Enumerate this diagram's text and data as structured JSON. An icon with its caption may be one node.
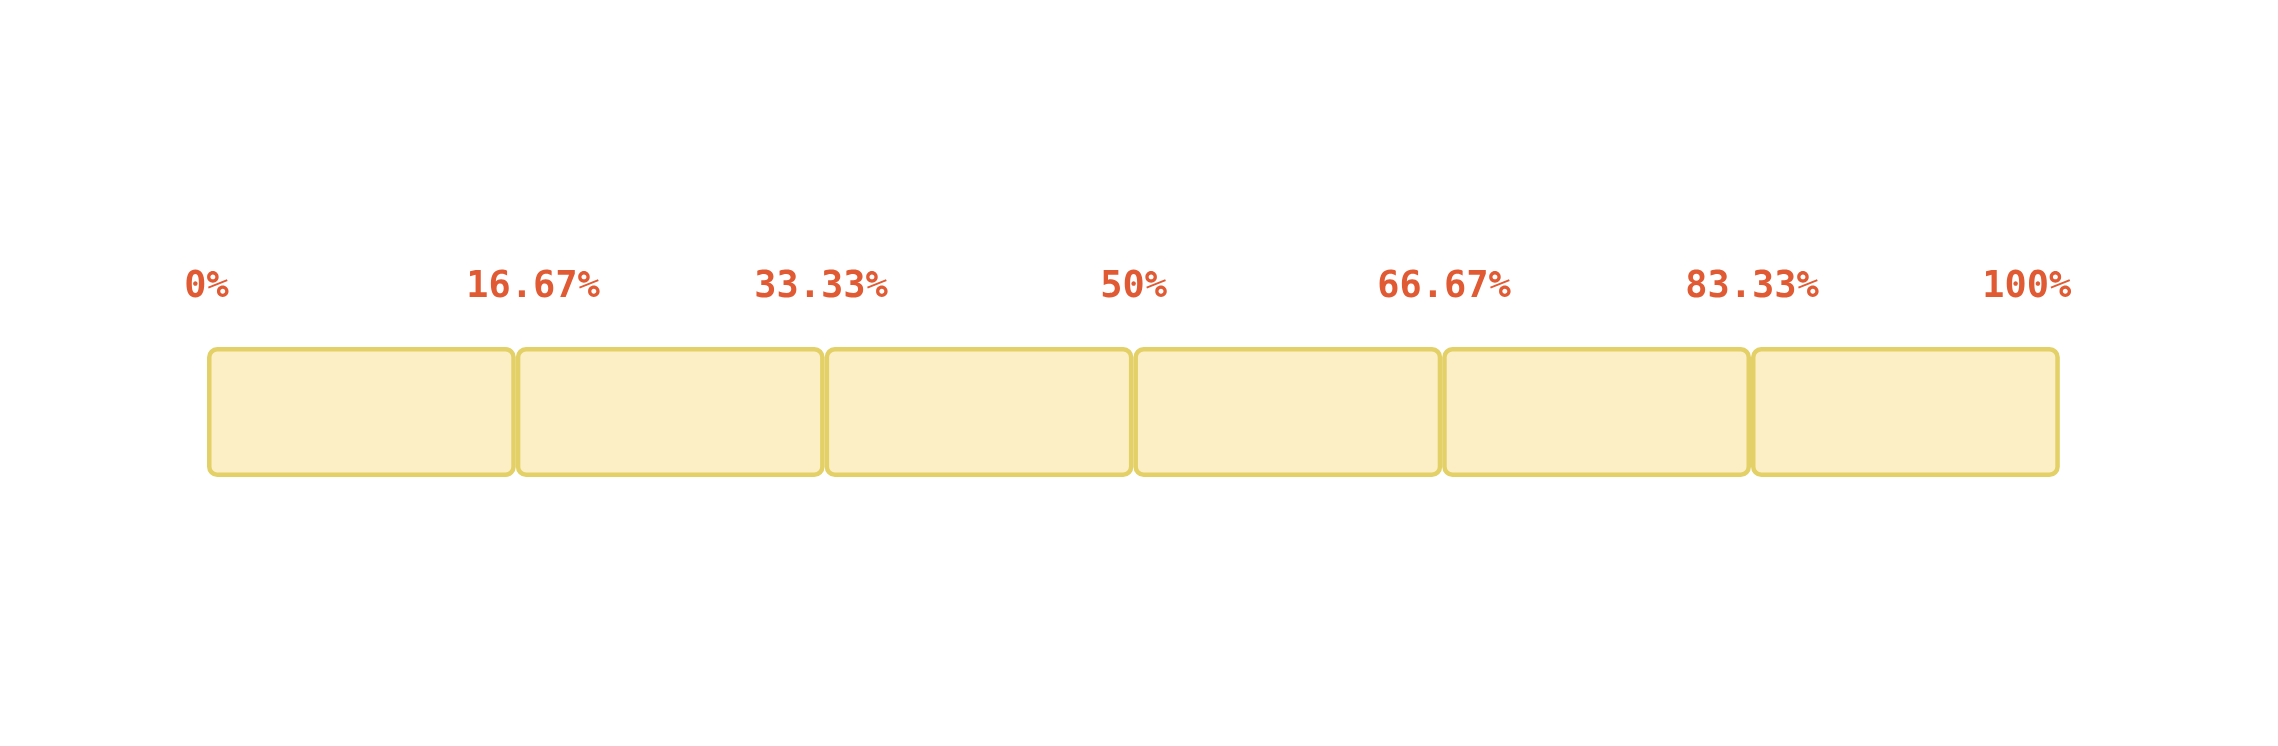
{
  "diagram": {
    "nodes": [
      {
        "text": [],
        "shape": "box"
      },
      {
        "text": [],
        "shape": "box"
      },
      {
        "text": [],
        "shape": "box"
      },
      {
        "text": [],
        "shape": "box"
      },
      {
        "text": [],
        "shape": "box"
      },
      {
        "text": [],
        "shape": "box"
      }
    ],
    "labels": [
      "0%",
      "16.67%",
      "33.33%",
      "50%",
      "66.67%",
      "83.33%",
      "100%"
    ]
  }
}
